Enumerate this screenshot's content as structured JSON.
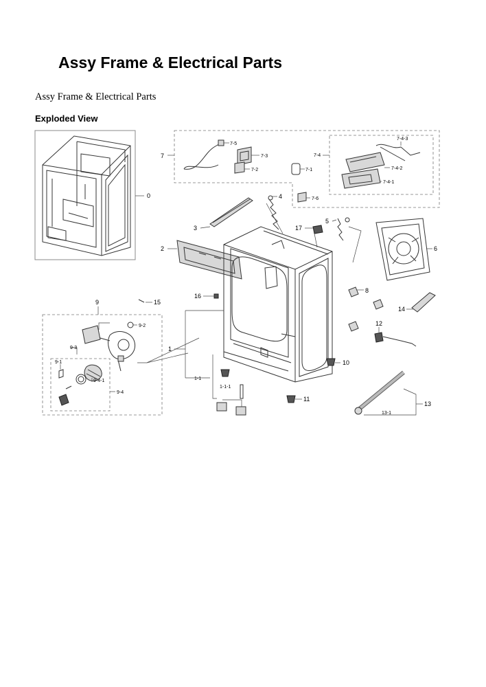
{
  "page": {
    "title": "Assy Frame & Electrical Parts",
    "subtitle": "Assy Frame & Electrical Parts",
    "section_heading": "Exploded View"
  },
  "diagram": {
    "labels": {
      "p0": "0",
      "p1": "1",
      "p1_1": "1-1",
      "p1_1_1": "1-1-1",
      "p2": "2",
      "p3": "3",
      "p4": "4",
      "p5": "5",
      "p6": "6",
      "p7": "7",
      "p7_1": "7-1",
      "p7_2": "7-2",
      "p7_3": "7-3",
      "p7_4": "7-4",
      "p7_4_1": "7-4-1",
      "p7_4_2": "7-4-2",
      "p7_4_3": "7-4-3",
      "p7_5": "7-5",
      "p7_6": "7-6",
      "p8": "8",
      "p9": "9",
      "p9_1": "9-1",
      "p9_2": "9-2",
      "p9_3": "9-3",
      "p9_4": "9-4",
      "p9_4_1": "9-4-1",
      "p10": "10",
      "p11": "11",
      "p12": "12",
      "p13": "13",
      "p13_1": "13-1",
      "p14": "14",
      "p15": "15",
      "p16": "16",
      "p17": "17"
    }
  }
}
